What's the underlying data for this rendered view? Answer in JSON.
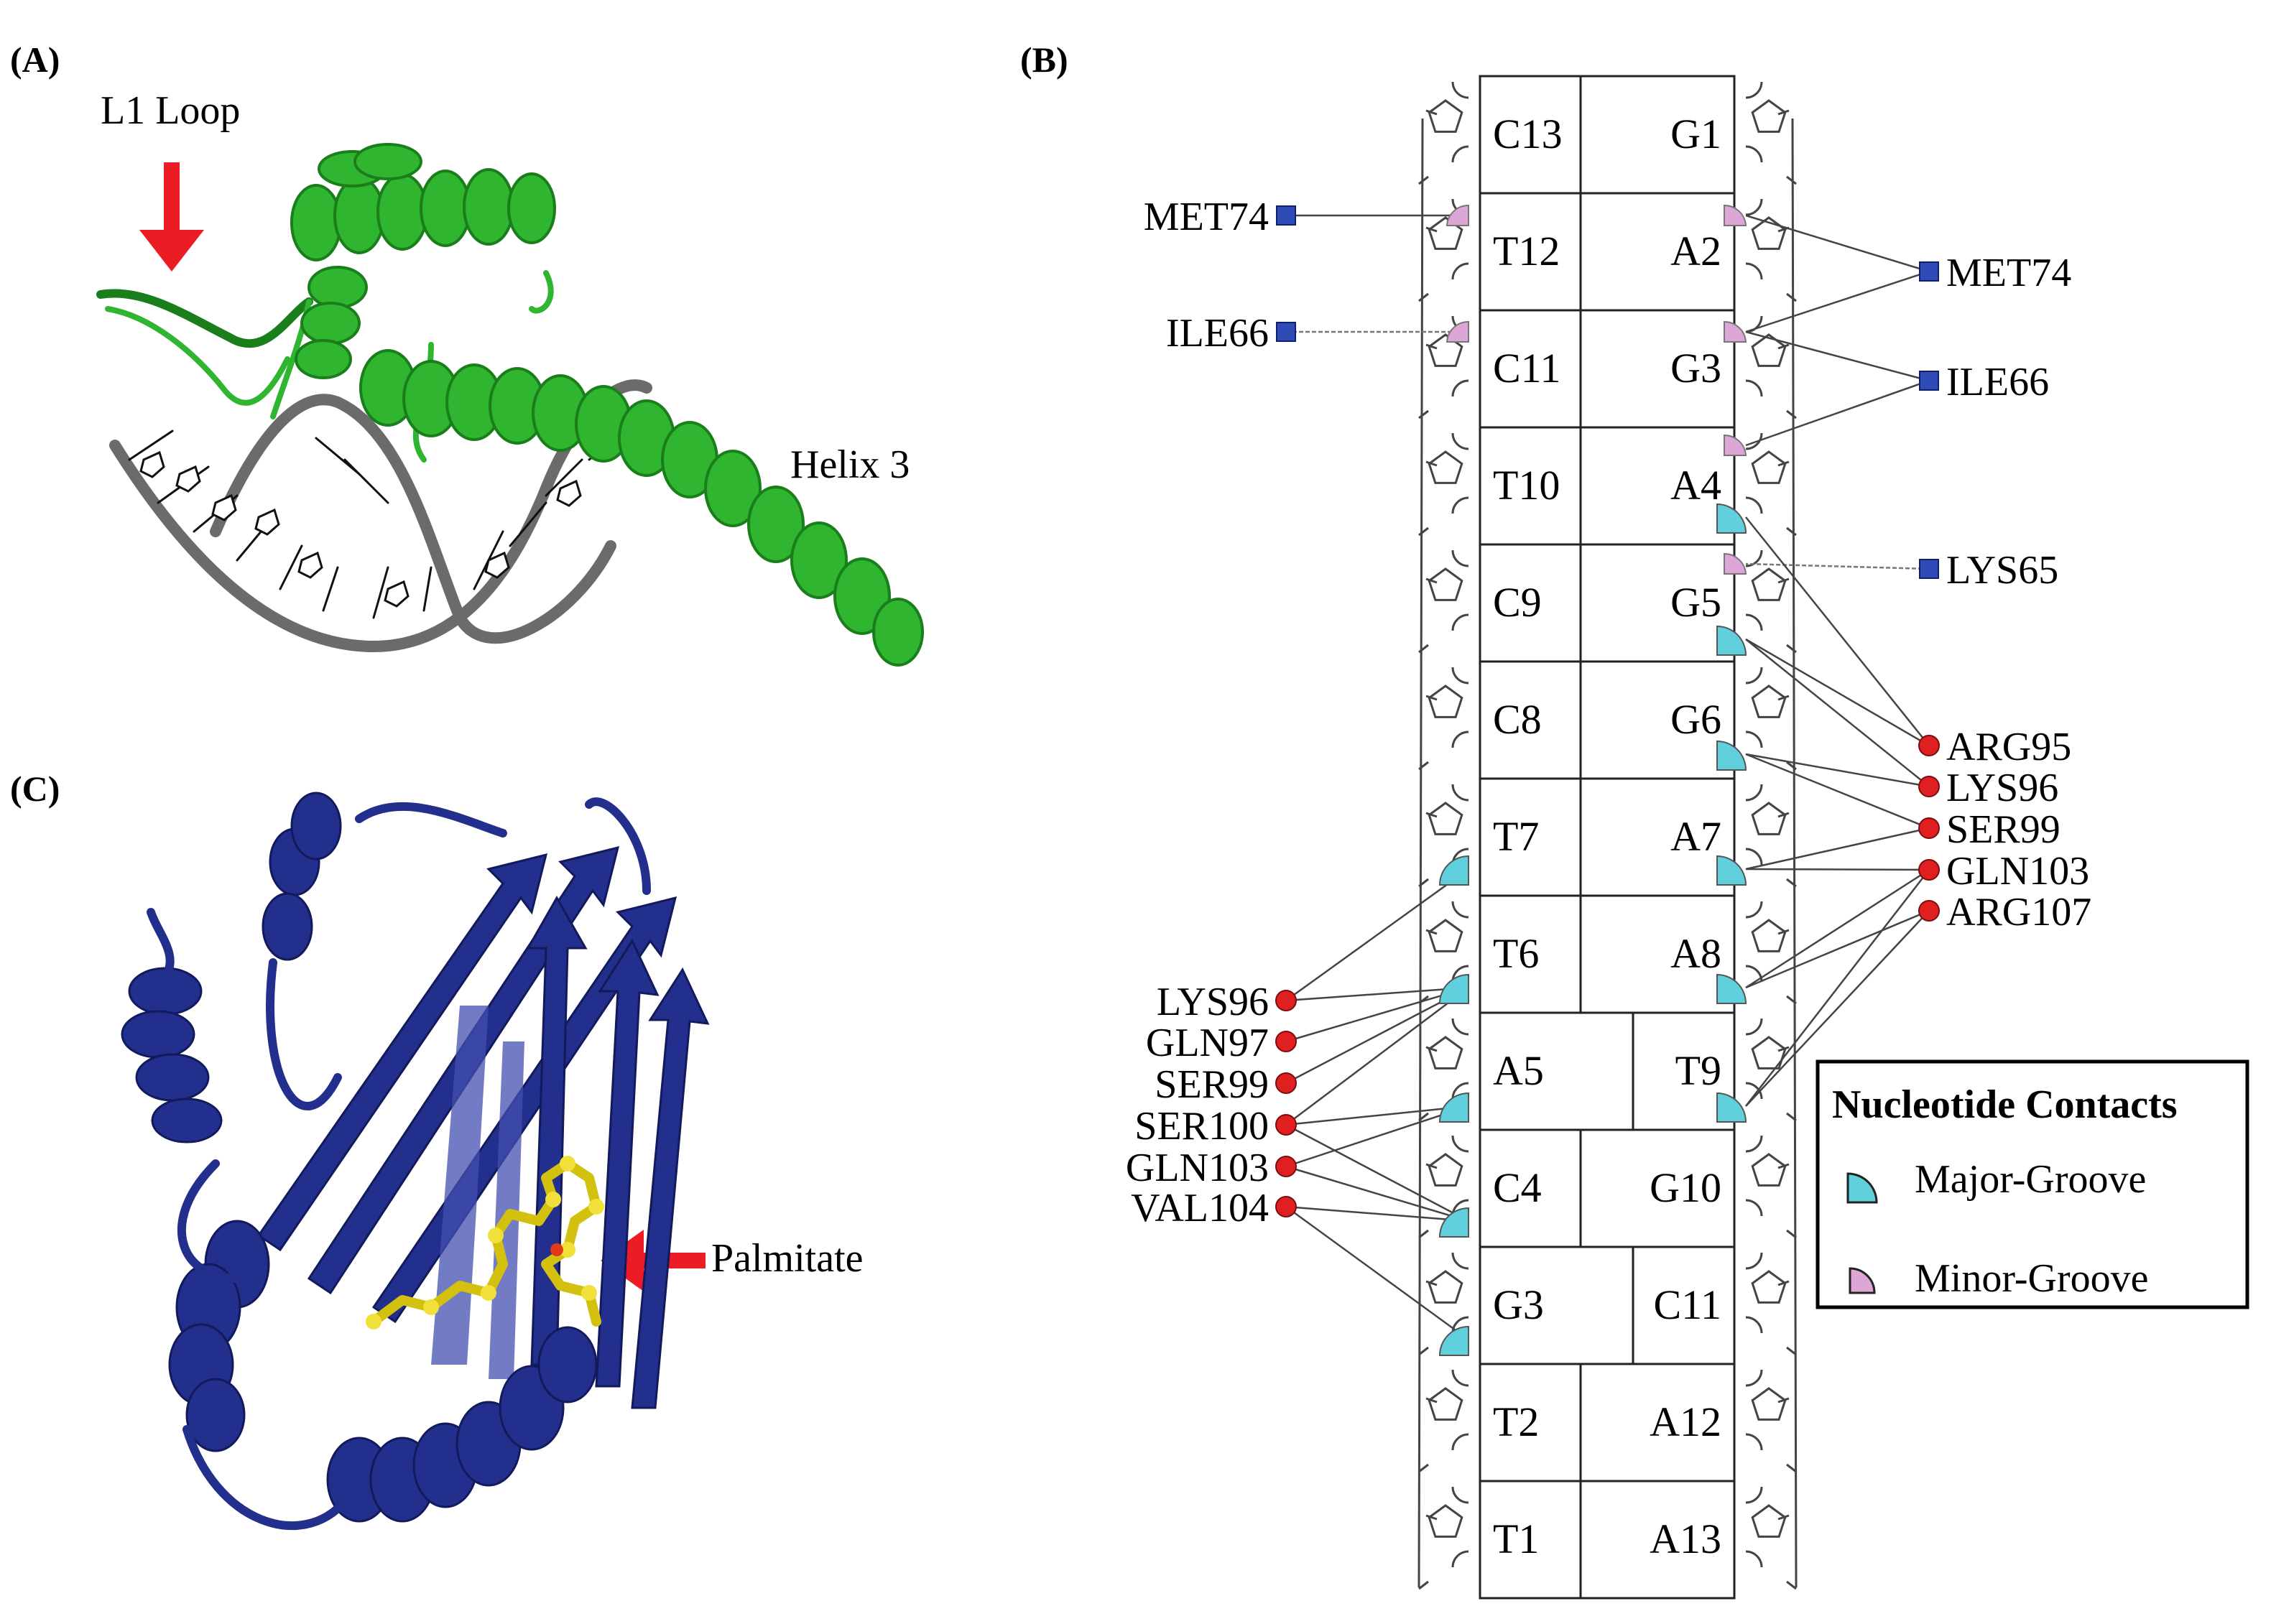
{
  "panels": {
    "a": {
      "label": "(A)",
      "annotations": [
        "L1 Loop",
        "Helix 3"
      ],
      "colors": {
        "protein": "#2fb52f",
        "protein_dark": "#1a7e1a",
        "dna": "#6b6b6b",
        "arrow": "#ec1c24"
      }
    },
    "b": {
      "label": "(B)",
      "pairs": [
        {
          "left": "C13",
          "right": "G1"
        },
        {
          "left": "T12",
          "right": "A2"
        },
        {
          "left": "C11",
          "right": "G3"
        },
        {
          "left": "T10",
          "right": "A4"
        },
        {
          "left": "C9",
          "right": "G5"
        },
        {
          "left": "C8",
          "right": "G6"
        },
        {
          "left": "T7",
          "right": "A7"
        },
        {
          "left": "T6",
          "right": "A8"
        },
        {
          "left": "A5",
          "right": "T9"
        },
        {
          "left": "C4",
          "right": "G10"
        },
        {
          "left": "G3",
          "right": "C11"
        },
        {
          "left": "T2",
          "right": "A12"
        },
        {
          "left": "T1",
          "right": "A13"
        }
      ],
      "residues_left": [
        {
          "name": "MET74",
          "kind": "minor"
        },
        {
          "name": "ILE66",
          "kind": "minor"
        },
        {
          "name": "LYS96",
          "kind": "major"
        },
        {
          "name": "GLN97",
          "kind": "major"
        },
        {
          "name": "SER99",
          "kind": "major"
        },
        {
          "name": "SER100",
          "kind": "major"
        },
        {
          "name": "GLN103",
          "kind": "major"
        },
        {
          "name": "VAL104",
          "kind": "major"
        }
      ],
      "residues_right": [
        {
          "name": "MET74",
          "kind": "minor"
        },
        {
          "name": "ILE66",
          "kind": "minor"
        },
        {
          "name": "LYS65",
          "kind": "minor"
        },
        {
          "name": "ARG95",
          "kind": "major"
        },
        {
          "name": "LYS96",
          "kind": "major"
        },
        {
          "name": "SER99",
          "kind": "major"
        },
        {
          "name": "GLN103",
          "kind": "major"
        },
        {
          "name": "ARG107",
          "kind": "major"
        }
      ],
      "legend": {
        "title": "Nucleotide Contacts",
        "items": [
          {
            "label": "Major-Groove",
            "color": "#5fd0dc"
          },
          {
            "label": "Minor-Groove",
            "color": "#dca6d6"
          }
        ]
      },
      "colors": {
        "major": "#5fd0dc",
        "minor": "#dca6d6",
        "square_residue": "#2f4bb5",
        "round_residue": "#e02020"
      }
    },
    "c": {
      "label": "(C)",
      "annotations": [
        "Palmitate"
      ],
      "colors": {
        "protein": "#232f8c",
        "protein_light": "#4350b0",
        "ligand": "#f2e03a",
        "arrow": "#ec1c24"
      }
    }
  }
}
